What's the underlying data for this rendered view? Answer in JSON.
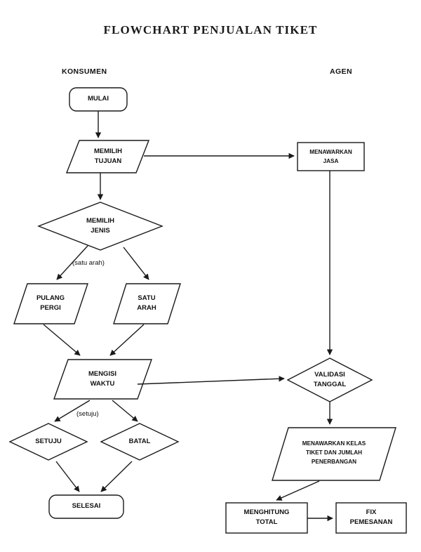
{
  "title": "FLOWCHART  PENJUALAN  TIKET",
  "lanes": [
    {
      "id": "konsumen",
      "label": "KONSUMEN"
    },
    {
      "id": "agen",
      "label": "AGEN"
    }
  ],
  "colors": {
    "stroke": "#1a1a1a",
    "fill": "#ffffff",
    "text": "#111111",
    "background": "#ffffff"
  },
  "nodes": [
    {
      "id": "mulai",
      "shape": "terminator",
      "lane": "konsumen",
      "label": "MULAI"
    },
    {
      "id": "memilih-tujuan",
      "shape": "parallelogram",
      "lane": "konsumen",
      "label": "MEMILIH\nTUJUAN"
    },
    {
      "id": "menawarkan-jasa",
      "shape": "rectangle",
      "lane": "agen",
      "label": "MENAWARKAN\nJASA"
    },
    {
      "id": "memilih-jenis",
      "shape": "diamond",
      "lane": "konsumen",
      "label": "MEMILIH\nJENIS"
    },
    {
      "id": "pulang-pergi",
      "shape": "parallelogram",
      "lane": "konsumen",
      "label": "PULANG\nPERGI"
    },
    {
      "id": "satu-arah",
      "shape": "parallelogram",
      "lane": "konsumen",
      "label": "SATU\nARAH"
    },
    {
      "id": "mengisi-waktu",
      "shape": "parallelogram",
      "lane": "konsumen",
      "label": "MENGISI\nWAKTU"
    },
    {
      "id": "setuju",
      "shape": "diamond",
      "lane": "konsumen",
      "label": "SETUJU"
    },
    {
      "id": "batal",
      "shape": "diamond",
      "lane": "konsumen",
      "label": "BATAL"
    },
    {
      "id": "selesai",
      "shape": "terminator",
      "lane": "konsumen",
      "label": "SELESAI"
    },
    {
      "id": "validasi-tanggal",
      "shape": "diamond",
      "lane": "agen",
      "label": "VALIDASI\nTANGGAL"
    },
    {
      "id": "menawarkan-kelas",
      "shape": "parallelogram",
      "lane": "agen",
      "label": "MENAWARKAN KELAS\nTIKET DAN JUMLAH\nPENERBANGAN"
    },
    {
      "id": "menghitung-total",
      "shape": "rectangle",
      "lane": "agen",
      "label": "MENGHITUNG\nTOTAL"
    },
    {
      "id": "fix-pemesanan",
      "shape": "rectangle",
      "lane": "agen",
      "label": "FIX\nPEMESANAN"
    }
  ],
  "edges": [
    {
      "id": "e1",
      "from": "mulai",
      "to": "memilih-tujuan",
      "label": ""
    },
    {
      "id": "e2",
      "from": "memilih-tujuan",
      "to": "menawarkan-jasa",
      "label": ""
    },
    {
      "id": "e3",
      "from": "memilih-tujuan",
      "to": "memilih-jenis",
      "label": ""
    },
    {
      "id": "e4",
      "from": "memilih-jenis",
      "to": "pulang-pergi",
      "label": "(satu arah)"
    },
    {
      "id": "e5",
      "from": "memilih-jenis",
      "to": "satu-arah",
      "label": ""
    },
    {
      "id": "e6",
      "from": "pulang-pergi",
      "to": "mengisi-waktu",
      "label": ""
    },
    {
      "id": "e7",
      "from": "satu-arah",
      "to": "mengisi-waktu",
      "label": ""
    },
    {
      "id": "e8",
      "from": "mengisi-waktu",
      "to": "setuju",
      "label": "(setuju)"
    },
    {
      "id": "e9",
      "from": "mengisi-waktu",
      "to": "batal",
      "label": ""
    },
    {
      "id": "e10",
      "from": "mengisi-waktu",
      "to": "validasi-tanggal",
      "label": ""
    },
    {
      "id": "e11",
      "from": "setuju",
      "to": "selesai",
      "label": ""
    },
    {
      "id": "e12",
      "from": "batal",
      "to": "selesai",
      "label": ""
    },
    {
      "id": "e13",
      "from": "menawarkan-jasa",
      "to": "validasi-tanggal",
      "label": ""
    },
    {
      "id": "e14",
      "from": "validasi-tanggal",
      "to": "menawarkan-kelas",
      "label": ""
    },
    {
      "id": "e15",
      "from": "menawarkan-kelas",
      "to": "menghitung-total",
      "label": ""
    },
    {
      "id": "e16",
      "from": "menghitung-total",
      "to": "fix-pemesanan",
      "label": ""
    }
  ],
  "edge_labels": {
    "satu_arah": "(satu arah)",
    "setuju": "(setuju)"
  }
}
